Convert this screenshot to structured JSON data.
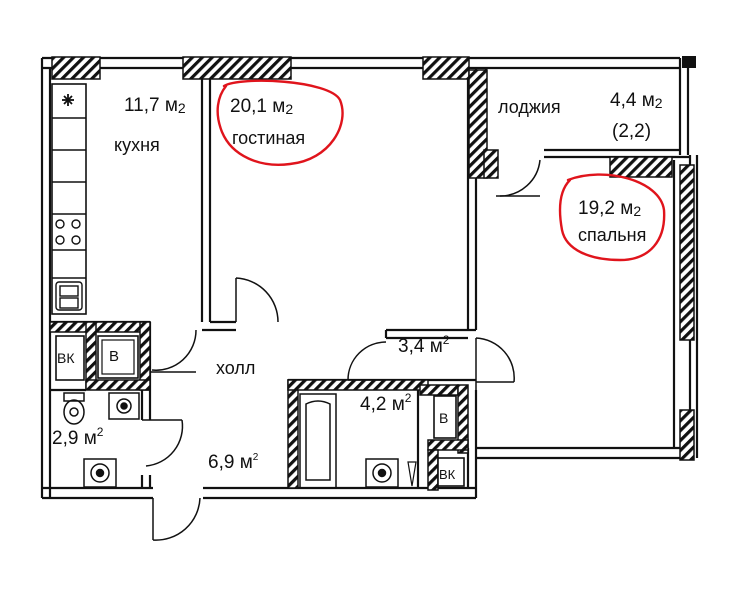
{
  "colors": {
    "wall": "#111111",
    "hatch": "#111111",
    "background": "#ffffff",
    "highlight": "#e0141c"
  },
  "icons": [
    "sun-icon",
    "hob-icon",
    "sink-icon",
    "toilet-icon",
    "bathtub-icon",
    "door-swing-icon"
  ],
  "rooms": {
    "kitchen": {
      "area": "11,7 м",
      "area_unit_sup": "2",
      "name": "кухня"
    },
    "living": {
      "area": "20,1 м",
      "area_unit_sup": "2",
      "name": "гостиная"
    },
    "loggia": {
      "area": "4,4 м",
      "area_unit_sup": "2",
      "area_reduced": "(2,2)",
      "name": "лоджия"
    },
    "bedroom": {
      "area": "19,2 м",
      "area_unit_sup": "2",
      "name": "спальня"
    },
    "corridor": {
      "area": "3,4 м",
      "area_unit_sup": "2"
    },
    "hall": {
      "area": "6,9 м",
      "area_unit_sup": "2",
      "name": "холл"
    },
    "bath": {
      "area": "4,2 м",
      "area_unit_sup": "2"
    },
    "wc": {
      "area": "2,9 м",
      "area_unit_sup": "2"
    }
  },
  "shafts": {
    "vk1": "ВК",
    "v1": "В",
    "v2": "В",
    "vk2": "ВК"
  }
}
